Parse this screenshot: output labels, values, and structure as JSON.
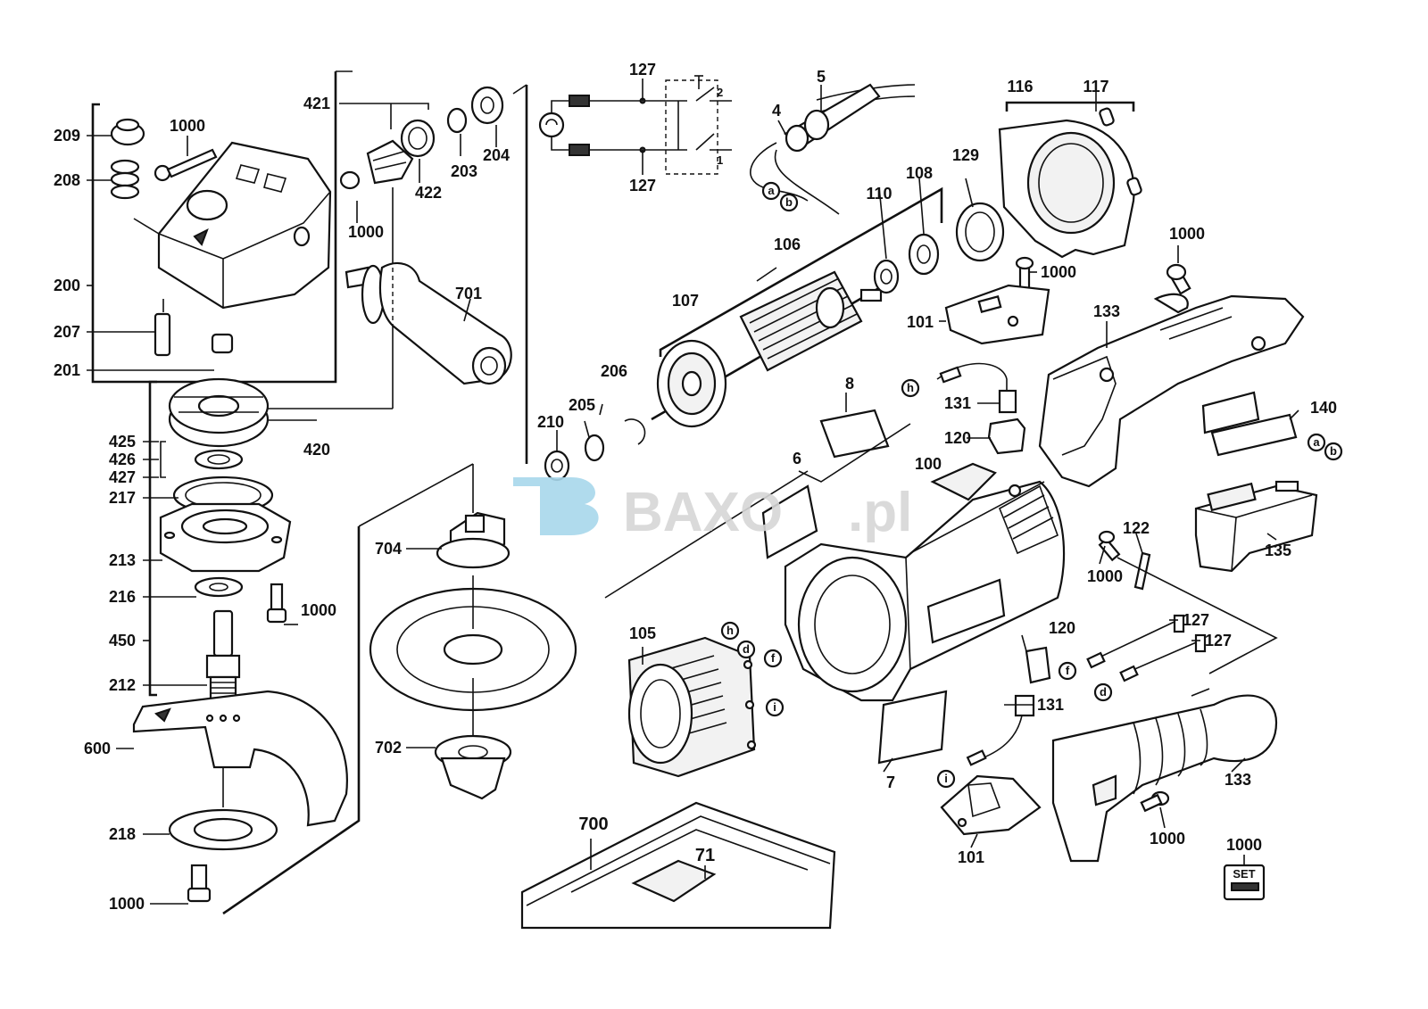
{
  "watermark": {
    "brand": "BAXO",
    "suffix": ".pl",
    "color": "#d0d0d0",
    "logo_color": "#a8d8ec"
  },
  "labels": {
    "l209": "209",
    "l1000a": "1000",
    "l208": "208",
    "l200": "200",
    "l207": "207",
    "l201": "201",
    "l421": "421",
    "l1000b": "1000",
    "l422": "422",
    "l203": "203",
    "l204": "204",
    "l701": "701",
    "l420": "420",
    "l425": "425",
    "l426": "426",
    "l427": "427",
    "l217": "217",
    "l213": "213",
    "l216": "216",
    "l1000c": "1000",
    "l450": "450",
    "l212": "212",
    "l600": "600",
    "l218": "218",
    "l1000d": "1000",
    "l127a": "127",
    "l127b": "127",
    "l5": "5",
    "l4": "4",
    "l106": "106",
    "l107": "107",
    "l110": "110",
    "l108": "108",
    "l129": "129",
    "l116": "116",
    "l117": "117",
    "l1000e": "1000",
    "l101a": "101",
    "l1000f": "1000",
    "l133a": "133",
    "l206": "206",
    "l205": "205",
    "l210": "210",
    "l131a": "131",
    "l120a": "120",
    "l8": "8",
    "l140": "140",
    "l6": "6",
    "l100": "100",
    "l704": "704",
    "l135": "135",
    "l122": "122",
    "l1000g": "1000",
    "l105": "105",
    "l127c": "127",
    "l127d": "127",
    "l120b": "120",
    "l131b": "131",
    "l702": "702",
    "l7": "7",
    "l101b": "101",
    "l133b": "133",
    "l1000h": "1000",
    "l700": "700",
    "l71": "71",
    "l1000set": "1000",
    "set": "SET"
  },
  "markers": {
    "a1": "a",
    "b1": "b",
    "h1": "h",
    "a2": "a",
    "b2": "b",
    "h2": "h",
    "d1": "d",
    "f1": "f",
    "i1": "i",
    "f2": "f",
    "d2": "d",
    "i2": "i"
  }
}
